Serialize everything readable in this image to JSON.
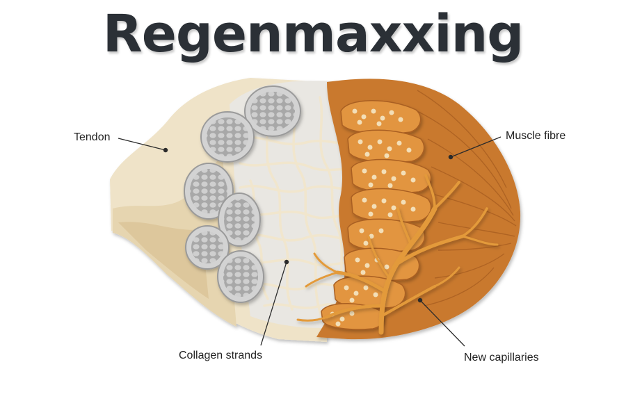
{
  "title": "Regenmaxxing",
  "labels": {
    "tendon": "Tendon",
    "muscle_fibre": "Muscle fibre",
    "collagen_strands": "Collagen strands",
    "new_capillaries": "New capillaries"
  },
  "colors": {
    "title": "#2b3036",
    "tendon": "#efe3c8",
    "fascicle": "#c9c9c9",
    "collagen_bg": "#e9e7e2",
    "collagen_strand": "#f1e6cd",
    "muscle": "#c9792f",
    "muscle_fibre_bundle": "#e2953f",
    "capillaries": "#e39a3a"
  }
}
